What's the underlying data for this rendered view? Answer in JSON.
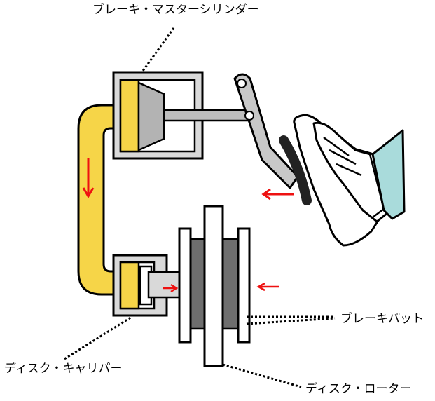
{
  "labels": {
    "master_cylinder": "ブレーキ・マスターシリンダー",
    "brake_pad": "ブレーキパット",
    "disc_caliper": "ディスク・キャリパー",
    "disc_rotor": "ディスク・ローター"
  },
  "colors": {
    "fluid": "#f6d548",
    "housing": "#d9d9d9",
    "piston": "#b3b3b3",
    "rod": "#bdbdbd",
    "rotor_hub": "#6e6e6e",
    "pedal_pad": "#222222",
    "shoe_accent": "#a9dbdb",
    "arrow": "#ee1111",
    "outline": "#000000"
  },
  "icons": {
    "flow_arrow": "red-arrow-icon",
    "foot": "shoe-icon"
  }
}
